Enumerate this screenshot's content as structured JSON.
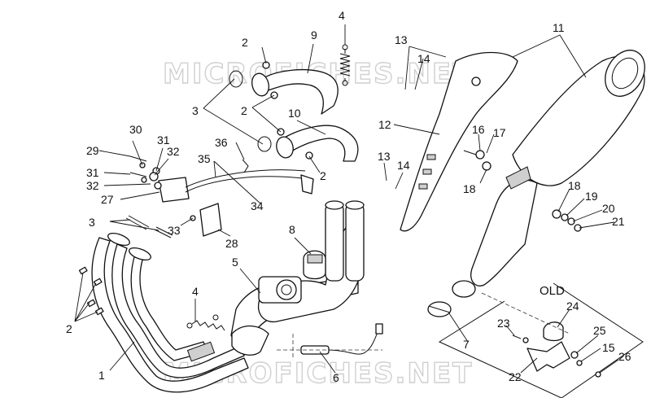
{
  "watermark": "MICROFICHES.NET",
  "old_label": "OLD",
  "callouts": [
    {
      "id": "c1",
      "text": "1"
    },
    {
      "id": "c2a",
      "text": "2"
    },
    {
      "id": "c2b",
      "text": "2"
    },
    {
      "id": "c2c",
      "text": "2"
    },
    {
      "id": "c2d",
      "text": "2"
    },
    {
      "id": "c3a",
      "text": "3"
    },
    {
      "id": "c3b",
      "text": "3"
    },
    {
      "id": "c4a",
      "text": "4"
    },
    {
      "id": "c4b",
      "text": "4"
    },
    {
      "id": "c5",
      "text": "5"
    },
    {
      "id": "c6",
      "text": "6"
    },
    {
      "id": "c7",
      "text": "7"
    },
    {
      "id": "c8",
      "text": "8"
    },
    {
      "id": "c9",
      "text": "9"
    },
    {
      "id": "c10",
      "text": "10"
    },
    {
      "id": "c11",
      "text": "11"
    },
    {
      "id": "c12",
      "text": "12"
    },
    {
      "id": "c13a",
      "text": "13"
    },
    {
      "id": "c13b",
      "text": "13"
    },
    {
      "id": "c14a",
      "text": "14"
    },
    {
      "id": "c14b",
      "text": "14"
    },
    {
      "id": "c15",
      "text": "15"
    },
    {
      "id": "c16",
      "text": "16"
    },
    {
      "id": "c17",
      "text": "17"
    },
    {
      "id": "c18a",
      "text": "18"
    },
    {
      "id": "c18b",
      "text": "18"
    },
    {
      "id": "c19",
      "text": "19"
    },
    {
      "id": "c20",
      "text": "20"
    },
    {
      "id": "c21",
      "text": "21"
    },
    {
      "id": "c22",
      "text": "22"
    },
    {
      "id": "c23",
      "text": "23"
    },
    {
      "id": "c24",
      "text": "24"
    },
    {
      "id": "c25",
      "text": "25"
    },
    {
      "id": "c26",
      "text": "26"
    },
    {
      "id": "c27",
      "text": "27"
    },
    {
      "id": "c28",
      "text": "28"
    },
    {
      "id": "c29",
      "text": "29"
    },
    {
      "id": "c30",
      "text": "30"
    },
    {
      "id": "c31a",
      "text": "31"
    },
    {
      "id": "c31b",
      "text": "31"
    },
    {
      "id": "c32a",
      "text": "32"
    },
    {
      "id": "c32b",
      "text": "32"
    },
    {
      "id": "c33",
      "text": "33"
    },
    {
      "id": "c34",
      "text": "34"
    },
    {
      "id": "c35",
      "text": "35"
    },
    {
      "id": "c36",
      "text": "36"
    }
  ]
}
